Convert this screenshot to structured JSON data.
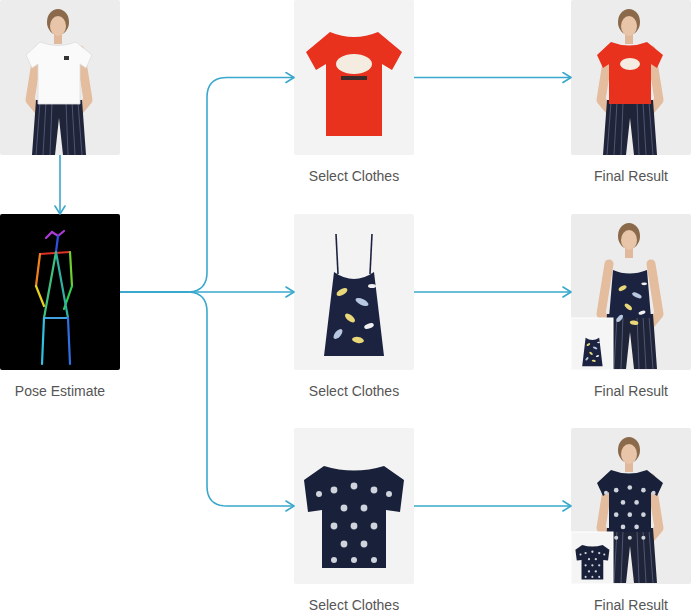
{
  "diagram": {
    "nodes": [
      {
        "text": []
      },
      {
        "text": [
          "Pose Estimate"
        ]
      },
      {
        "text": [
          "Select Clothes"
        ]
      },
      {
        "text": [
          "Select Clothes"
        ]
      },
      {
        "text": [
          "Select Clothes"
        ]
      },
      {
        "text": [
          "Final Result"
        ]
      },
      {
        "text": [
          "Final Result"
        ]
      },
      {
        "text": [
          "Final Result"
        ]
      }
    ],
    "edges": [
      {
        "from": 0,
        "to": 1,
        "arrow": "to"
      },
      {
        "from": 1,
        "to": 2,
        "arrow": "to"
      },
      {
        "from": 1,
        "to": 3,
        "arrow": "to"
      },
      {
        "from": 1,
        "to": 4,
        "arrow": "to"
      },
      {
        "from": 2,
        "to": 5,
        "arrow": "to"
      },
      {
        "from": 3,
        "to": 6,
        "arrow": "to"
      },
      {
        "from": 4,
        "to": 7,
        "arrow": "to"
      }
    ]
  }
}
